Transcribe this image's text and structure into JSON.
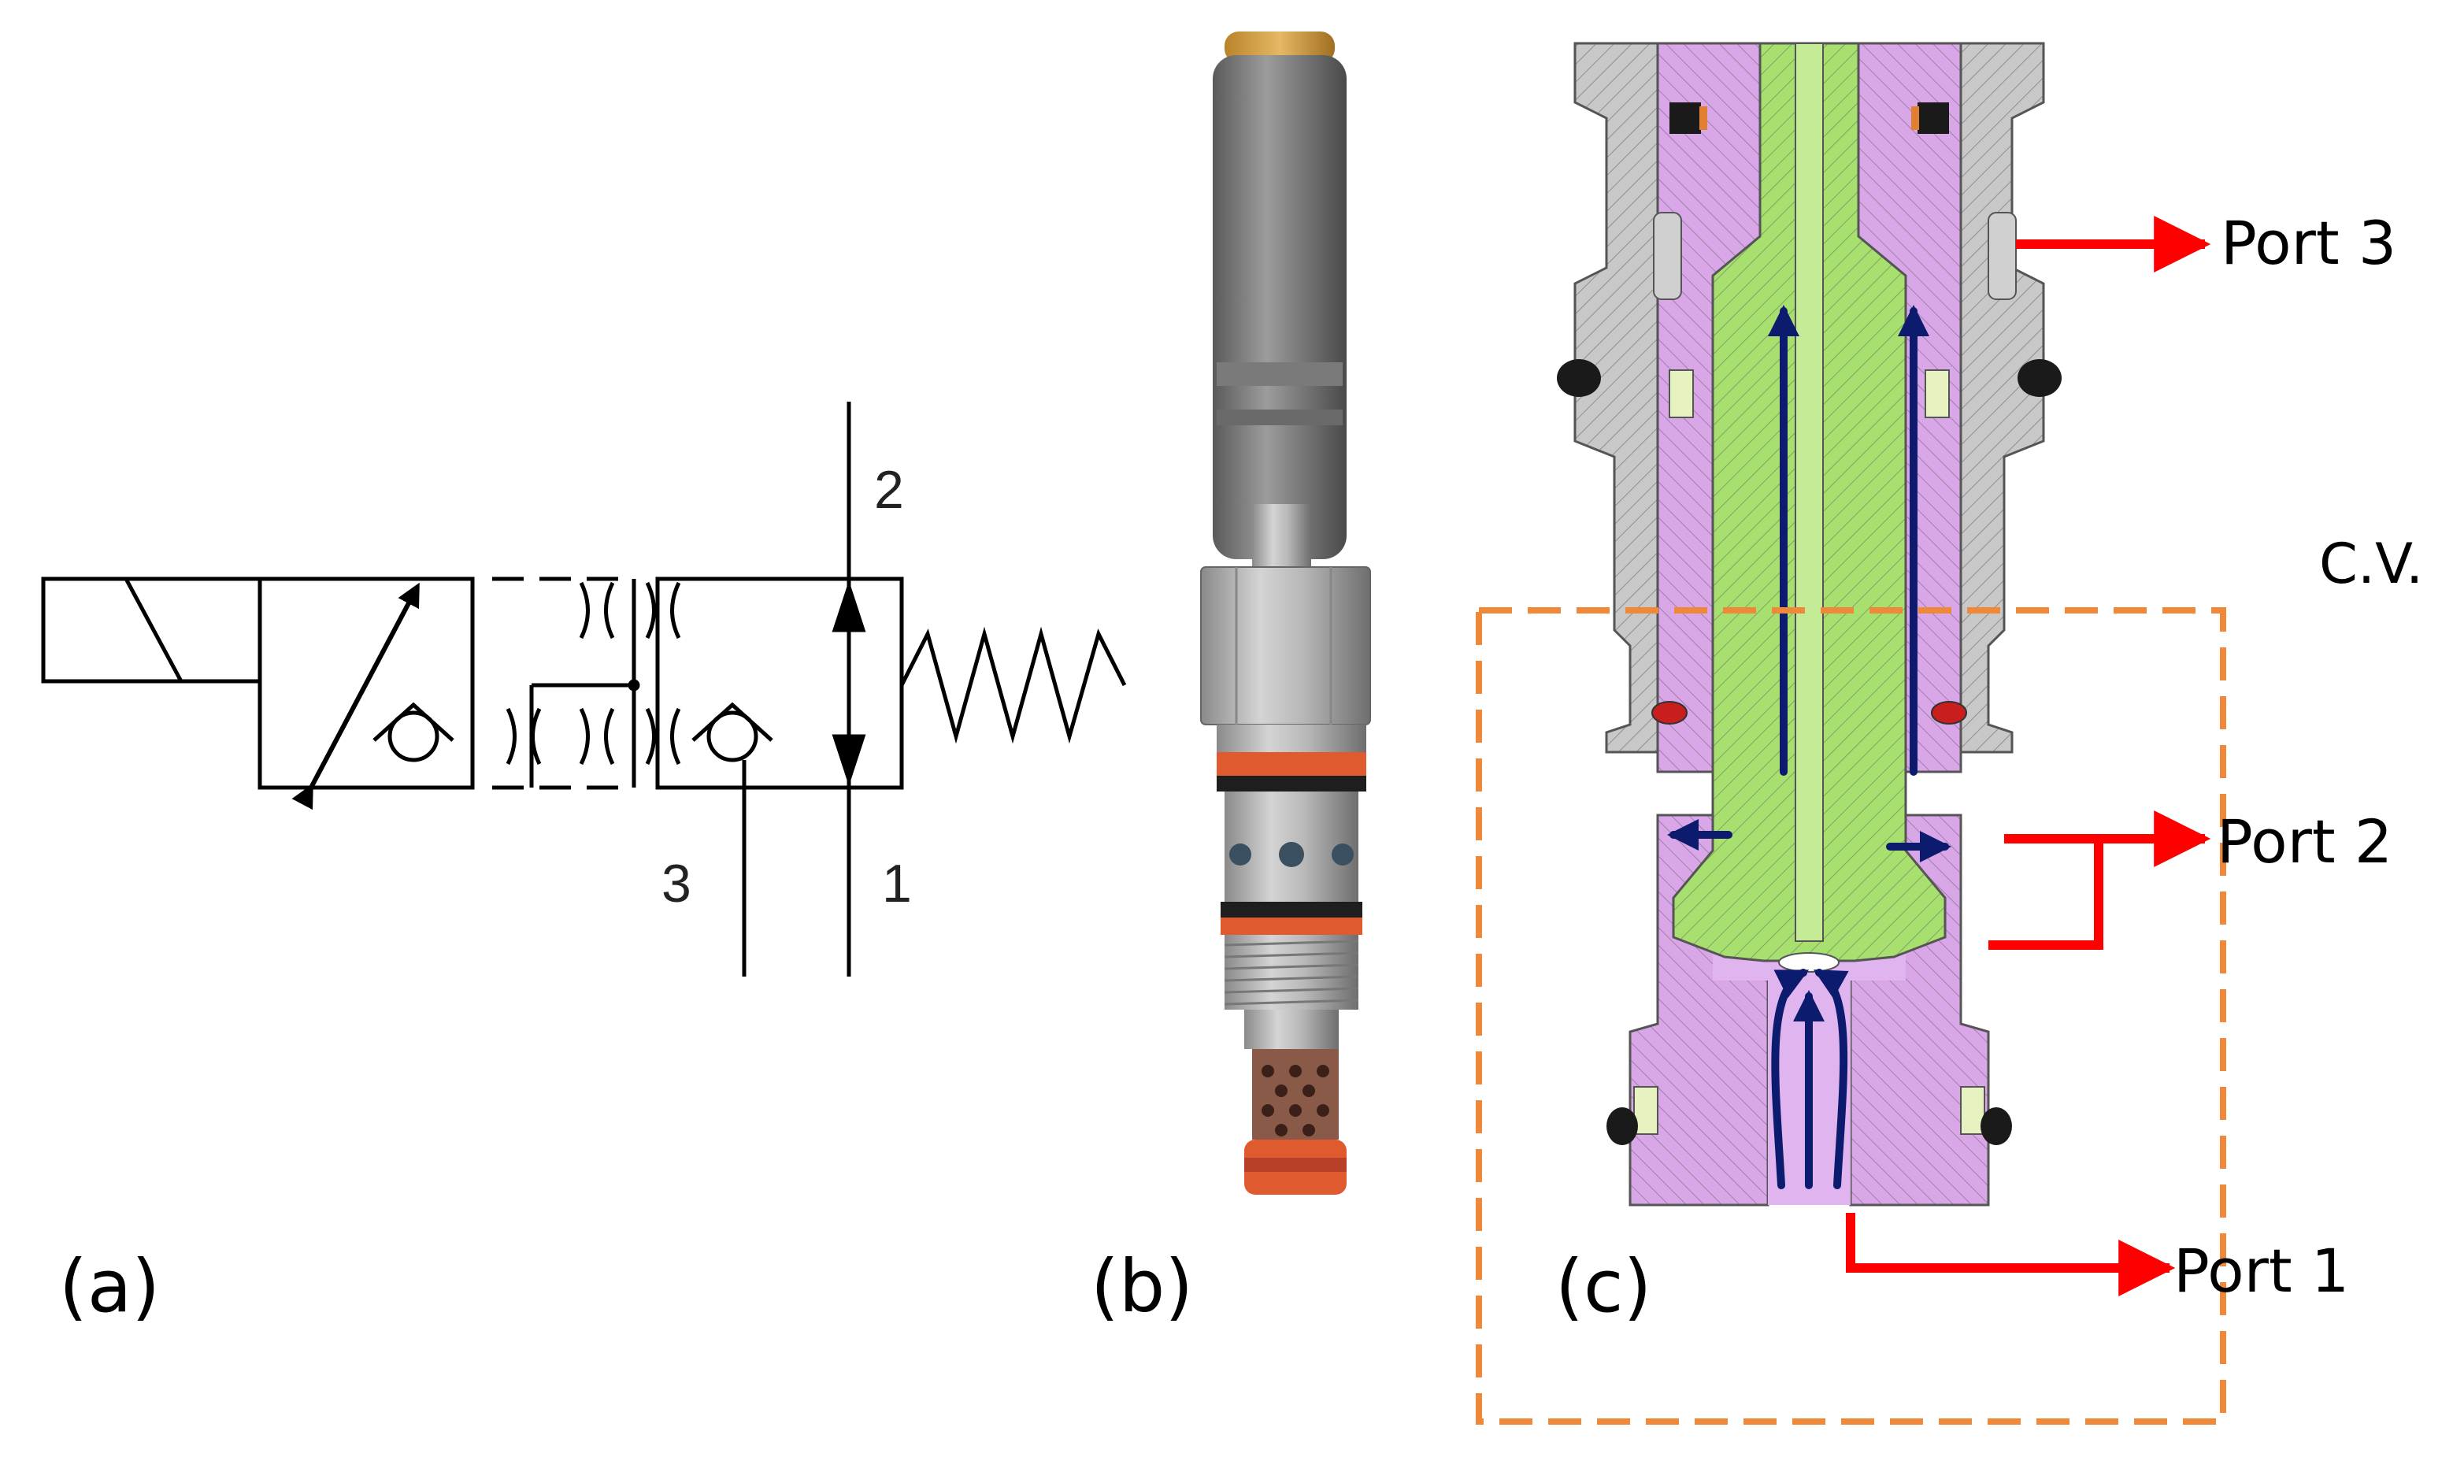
{
  "panel_labels": {
    "a": "(a)",
    "b": "(b)",
    "c": "(c)"
  },
  "symbol_ports": {
    "p2": "2",
    "p3": "3",
    "p1": "1"
  },
  "section_labels": {
    "port3": "Port 3",
    "port2": "Port 2",
    "port1": "Port 1",
    "cv": "C.V."
  },
  "colors": {
    "steel": "#c8c8c8",
    "body_purple": "#d9a6e8",
    "stem_green": "#a8e070",
    "flow_navy": "#0d1b6e",
    "leader_red": "#ff0000",
    "cv_orange": "#f0883a"
  }
}
